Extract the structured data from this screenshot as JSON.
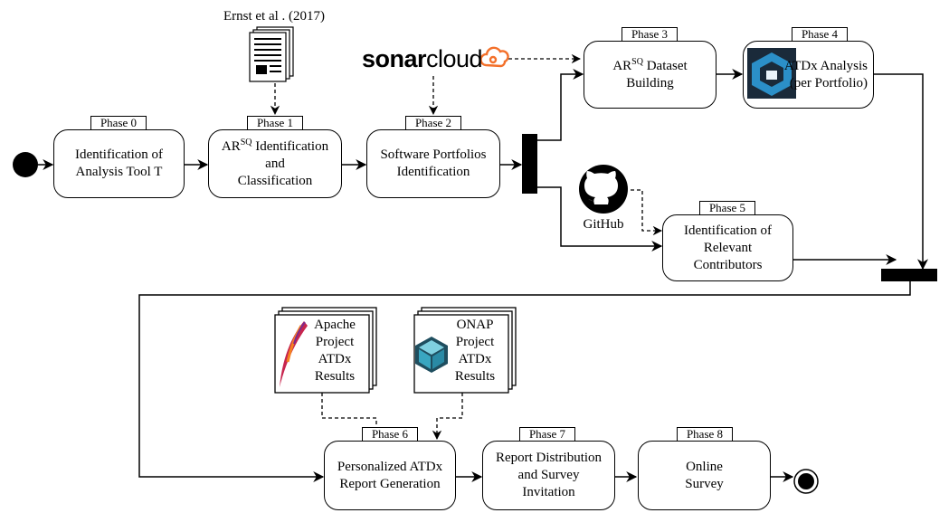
{
  "phases": [
    {
      "tag": "Phase 0",
      "lines": [
        "Identification of",
        "Analysis Tool T"
      ]
    },
    {
      "tag": "Phase 1",
      "lines": [
        "AR",
        "SQ",
        "Identification",
        "and",
        "Classification"
      ]
    },
    {
      "tag": "Phase 2",
      "lines": [
        "Software Portfolios",
        "Identification"
      ]
    },
    {
      "tag": "Phase 3",
      "lines": [
        "AR",
        "SQ",
        "Dataset",
        "Building"
      ]
    },
    {
      "tag": "Phase 4",
      "lines": [
        "ATDx Analysis",
        "(per Portfolio)"
      ]
    },
    {
      "tag": "Phase 5",
      "lines": [
        "Identification of",
        "Relevant",
        "Contributors"
      ]
    },
    {
      "tag": "Phase 6",
      "lines": [
        "Personalized ATDx",
        "Report Generation"
      ]
    },
    {
      "tag": "Phase 7",
      "lines": [
        "Report Distribution",
        "and Survey",
        "Invitation"
      ]
    },
    {
      "tag": "Phase 8",
      "lines": [
        "Online",
        "Survey"
      ]
    }
  ],
  "sources": {
    "paper": "Ernst et al . (2017)",
    "sonar_bold": "sonar",
    "sonar_light": "cloud",
    "github": "GitHub"
  },
  "documents": {
    "apache": [
      "Apache",
      "Project",
      "ATDx",
      "Results"
    ],
    "onap": [
      "ONAP",
      "Project",
      "ATDx",
      "Results"
    ]
  },
  "colors": {
    "sonarcloud_orange": "#f3702a",
    "line": "#000000"
  }
}
